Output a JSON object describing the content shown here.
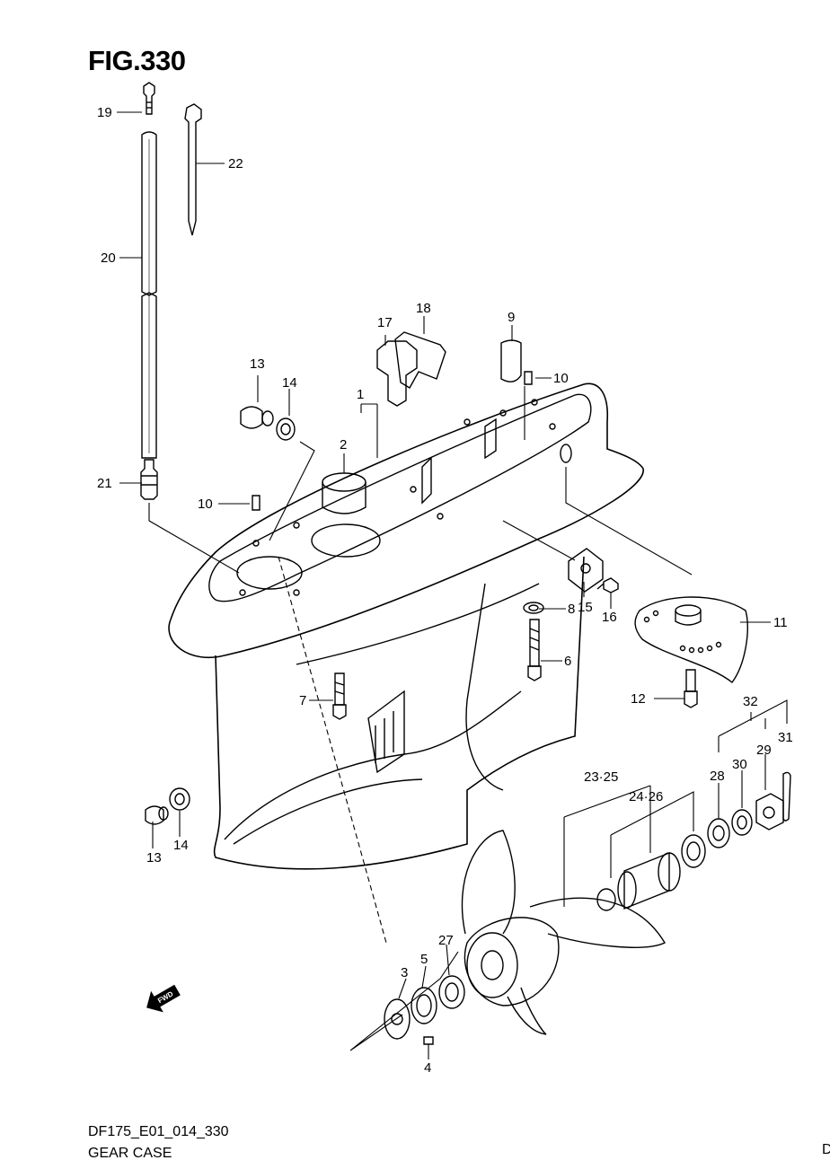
{
  "figure": {
    "title": "FIG.330",
    "code": "DF175_E01_014_330",
    "name": "GEAR CASE",
    "edge_mark": "D"
  },
  "callouts": {
    "c1": "1",
    "c2": "2",
    "c3": "3",
    "c4": "4",
    "c5": "5",
    "c6": "6",
    "c7": "7",
    "c8": "8",
    "c9": "9",
    "c10a": "10",
    "c10b": "10",
    "c11": "11",
    "c12": "12",
    "c13a": "13",
    "c13b": "13",
    "c14a": "14",
    "c14b": "14",
    "c15": "15",
    "c16": "16",
    "c17": "17",
    "c18": "18",
    "c19": "19",
    "c20": "20",
    "c21": "21",
    "c22": "22",
    "c2325": "23·25",
    "c2426": "24·26",
    "c27": "27",
    "c28": "28",
    "c29": "29",
    "c30": "30",
    "c31": "31",
    "c32": "32"
  },
  "icons": {
    "fwd": "fwd-arrow-icon"
  }
}
